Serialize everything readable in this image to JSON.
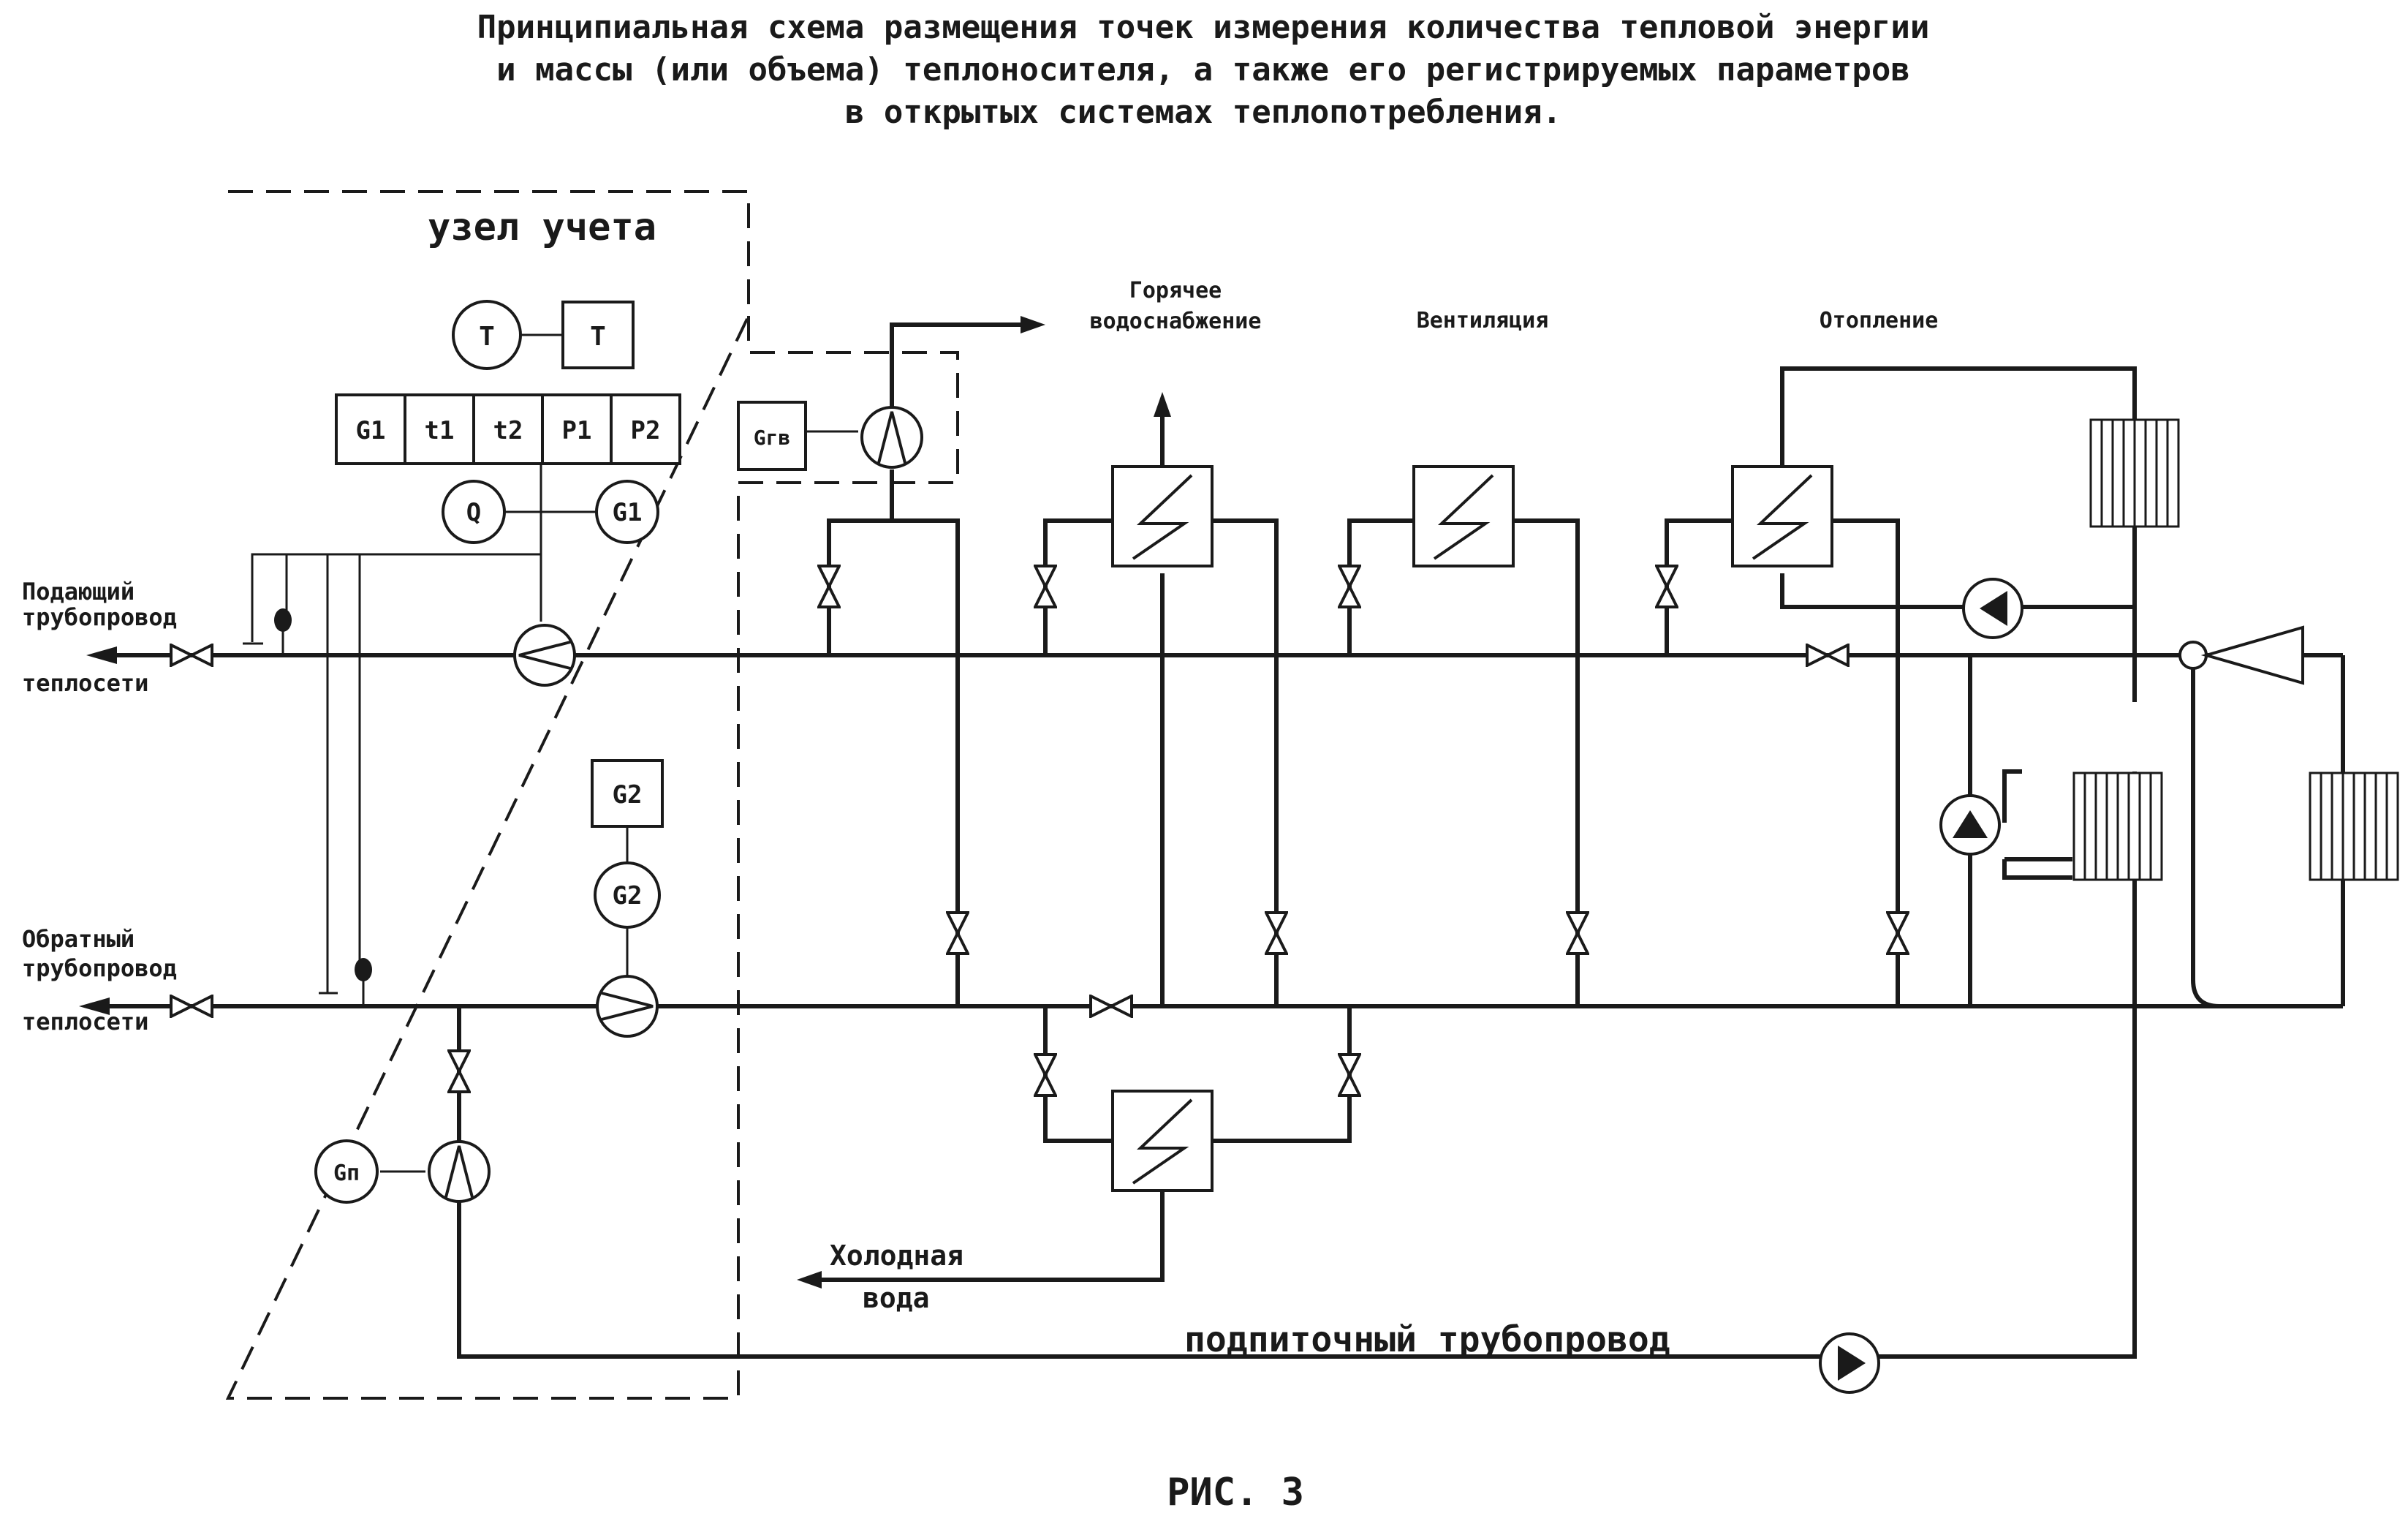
{
  "title": {
    "line1": "Принципиальная схема размещения точек измерения количества тепловой энергии",
    "line2": "и массы (или объема) теплоносителя, а также его регистрируемых параметров",
    "line3": "в открытых системах теплопотребления."
  },
  "unit_label": "узел учета",
  "instruments": {
    "t_circle": "T",
    "t_box": "T",
    "reg_cells": [
      "G1",
      "t1",
      "t2",
      "P1",
      "P2"
    ],
    "q": "Q",
    "g1": "G1",
    "g2_box": "G2",
    "g2_circle": "G2",
    "grv": "Gгв",
    "gp": "Gп"
  },
  "pipes": {
    "supply": [
      "Подающий",
      "трубопровод",
      "теплосети"
    ],
    "return": [
      "Обратный",
      "трубопровод",
      "теплосети"
    ],
    "makeup": "подпиточный трубопровод",
    "cold_water": [
      "Холодная",
      "вода"
    ]
  },
  "systems": {
    "hot_water": [
      "Горячее",
      "водоснабжение"
    ],
    "ventilation": "Вентиляция",
    "heating": "Отопление"
  },
  "figure_caption": "РИС. 3"
}
